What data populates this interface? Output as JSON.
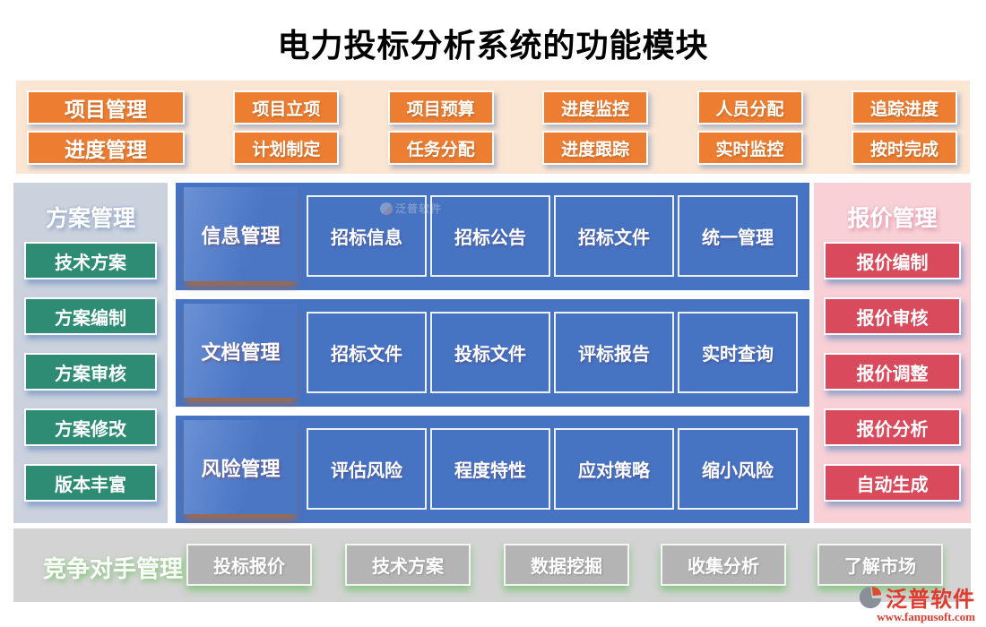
{
  "title": "电力投标分析系统的功能模块",
  "top_band": {
    "rows": [
      {
        "main": "项目管理",
        "items": [
          "项目立项",
          "项目预算",
          "进度监控",
          "人员分配",
          "追踪进度"
        ]
      },
      {
        "main": "进度管理",
        "items": [
          "计划制定",
          "任务分配",
          "进度跟踪",
          "实时监控",
          "按时完成"
        ]
      }
    ]
  },
  "left_panel": {
    "header": "方案管理",
    "items": [
      "技术方案",
      "方案编制",
      "方案审核",
      "方案修改",
      "版本丰富"
    ]
  },
  "center_panels": [
    {
      "header": "信息管理",
      "items": [
        "招标信息",
        "招标公告",
        "招标文件",
        "统一管理"
      ]
    },
    {
      "header": "文档管理",
      "items": [
        "招标文件",
        "投标文件",
        "评标报告",
        "实时查询"
      ]
    },
    {
      "header": "风险管理",
      "items": [
        "评估风险",
        "程度特性",
        "应对策略",
        "缩小风险"
      ]
    }
  ],
  "right_panel": {
    "header": "报价管理",
    "items": [
      "报价编制",
      "报价审核",
      "报价调整",
      "报价分析",
      "自动生成"
    ]
  },
  "bottom_band": {
    "header": "竞争对手管理",
    "items": [
      "投标报价",
      "技术方案",
      "数据挖掘",
      "收集分析",
      "了解市场"
    ]
  },
  "watermark": "泛普软件",
  "brand": {
    "name": "泛普软件",
    "url": "www.fanpusoft.com"
  },
  "colors": {
    "accent_orange": "#ED7D31",
    "top_band_bg": "#FBE5D3",
    "panel_blue": "#4673C2",
    "teal_green": "#2E8B74",
    "left_panel_bg": "#CBD2DD",
    "right_panel_bg": "#F8D0D6",
    "quote_red": "#D94A5C",
    "bottom_band_bg": "#D3D3D3",
    "bottom_button_gray": "#B4B4B4",
    "brand_red": "#E23A2E"
  }
}
